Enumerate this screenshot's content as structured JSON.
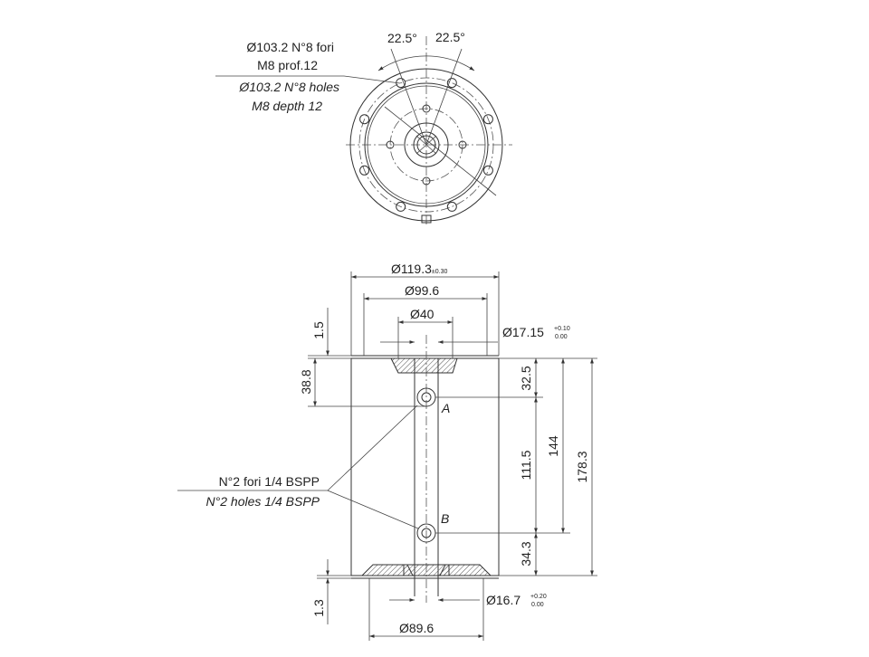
{
  "top_view": {
    "angle_left": "22.5°",
    "angle_right": "22.5°",
    "holes_note_it_1": "Ø103.2 N°8 fori",
    "holes_note_it_2": "M8 prof.12",
    "holes_note_en_1": "Ø103.2 N°8 holes",
    "holes_note_en_2": "M8 depth 12"
  },
  "front_view": {
    "dia_outer_main": "Ø119.3",
    "dia_outer_tol": "±0.30",
    "dia_inner": "Ø99.6",
    "dia_center": "Ø40",
    "dia_bore_top_main": "Ø17.15",
    "dia_bore_top_tol_up": "+0.10",
    "dia_bore_top_tol_low": "0.00",
    "dim_top_lip": "1.5",
    "dim_port_a_left": "38.8",
    "dim_port_a_right": "32.5",
    "dim_port_spacing": "111.5",
    "dim_overall_inner": "144",
    "dim_overall": "178.3",
    "dim_port_b_bottom": "34.3",
    "dim_bottom_lip": "1.3",
    "dia_bore_bottom_main": "Ø16.7",
    "dia_bore_bottom_tol_up": "+0.20",
    "dia_bore_bottom_tol_low": "0.00",
    "dia_bottom": "Ø89.6",
    "port_a_label": "A",
    "port_b_label": "B",
    "ports_note_it": "N°2 fori 1/4 BSPP",
    "ports_note_en": "N°2 holes 1/4 BSPP"
  }
}
